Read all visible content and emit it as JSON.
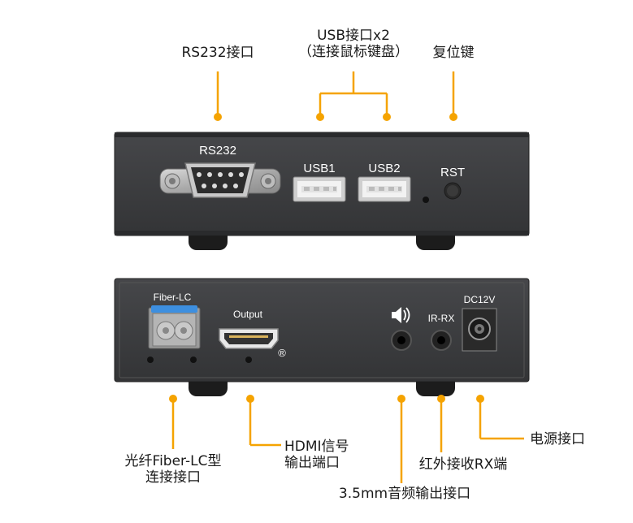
{
  "callouts": {
    "rs232_port": "RS232接口",
    "usb_port_line1": "USB接口x2",
    "usb_port_line2": "（连接鼠标键盘）",
    "reset_key": "复位键",
    "fiber_line1": "光纤Fiber-LC型",
    "fiber_line2": "连接接口",
    "hdmi_line1": "HDMI信号",
    "hdmi_line2": "输出端口",
    "audio": "3.5mm音频输出接口",
    "ir": "红外接收RX端",
    "power": "电源接口"
  },
  "panel_top": {
    "rs232": "RS232",
    "usb1": "USB1",
    "usb2": "USB2",
    "rst": "RST"
  },
  "panel_bottom": {
    "fiber": "Fiber-LC",
    "output": "Output",
    "ir": "IR-RX",
    "dc": "DC12V",
    "registered": "®"
  },
  "colors": {
    "accent": "#f5a300",
    "device": "#3a3b3d",
    "device_dark": "#2b2c2e",
    "foot": "#1c1c1c",
    "port_white": "#f2f2f2",
    "fiber_blue": "#3d8fe0"
  }
}
